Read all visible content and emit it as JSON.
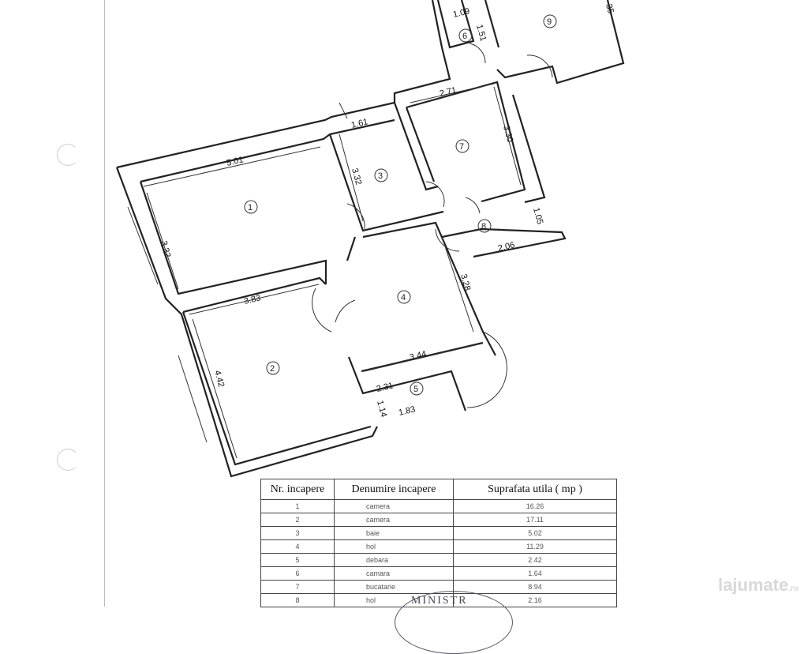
{
  "plan": {
    "rooms": [
      "1",
      "2",
      "3",
      "4",
      "5",
      "6",
      "7",
      "8",
      "9"
    ],
    "dimensions": {
      "r1_width": "5.01",
      "r1_height": "3.32",
      "r3_height": "3.32",
      "r3_width": "1.61",
      "r7_width": "2.71",
      "r7_height": "3.30",
      "r6_width": "1.09",
      "r6_height": "1.51",
      "r9_partial": "35",
      "r8_a": "1.05",
      "r8_b": "2.06",
      "r4_height": "3.28",
      "r2_width": "3.83",
      "r4_width": "3.44",
      "r2_height": "4.42",
      "r5_a": "2.31",
      "r5_b": "1.14",
      "r5_c": "1.83"
    }
  },
  "table": {
    "headers": [
      "Nr. incapere",
      "Denumire incapere",
      "Suprafata utila ( mp )"
    ],
    "rows": [
      [
        "1",
        "camera",
        "16.26"
      ],
      [
        "2",
        "camera",
        "17.11"
      ],
      [
        "3",
        "baie",
        "5.02"
      ],
      [
        "4",
        "hol",
        "11.29"
      ],
      [
        "5",
        "debara",
        "2.42"
      ],
      [
        "6",
        "camara",
        "1.64"
      ],
      [
        "7",
        "bucatarie",
        "8.94"
      ],
      [
        "8",
        "hol",
        "2.16"
      ]
    ]
  },
  "stamp_text": "MINISTR",
  "watermark": {
    "name": "lajumate",
    "suffix": ".ro"
  }
}
